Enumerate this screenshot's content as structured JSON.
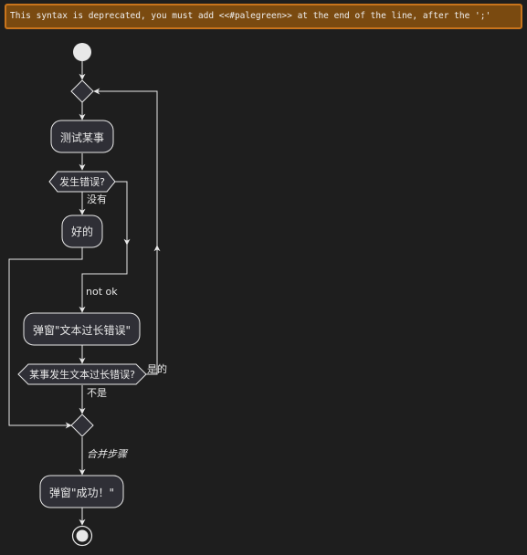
{
  "warning": {
    "text": "This syntax is deprecated, you must add <<#palegreen>> at the end of the line, after the ';'"
  },
  "diagram": {
    "activities": {
      "test": "测试某事",
      "ok": "好的",
      "popup_too_long": "弹窗\"文本过长错误\"",
      "popup_success": "弹窗\"成功！\""
    },
    "decisions": {
      "error_occurred": "发生错误?",
      "text_too_long": "某事发生文本过长错误?"
    },
    "labels": {
      "no_error": "没有",
      "not_ok": "not ok",
      "yes": "是的",
      "no": "不是",
      "merge_step": "合并步骤"
    }
  },
  "colors": {
    "background": "#1e1e1e",
    "node_fill": "#2f2f36",
    "line": "#e8e8e8",
    "warning_fill": "#7a4a10",
    "warning_border": "#c8741c"
  }
}
